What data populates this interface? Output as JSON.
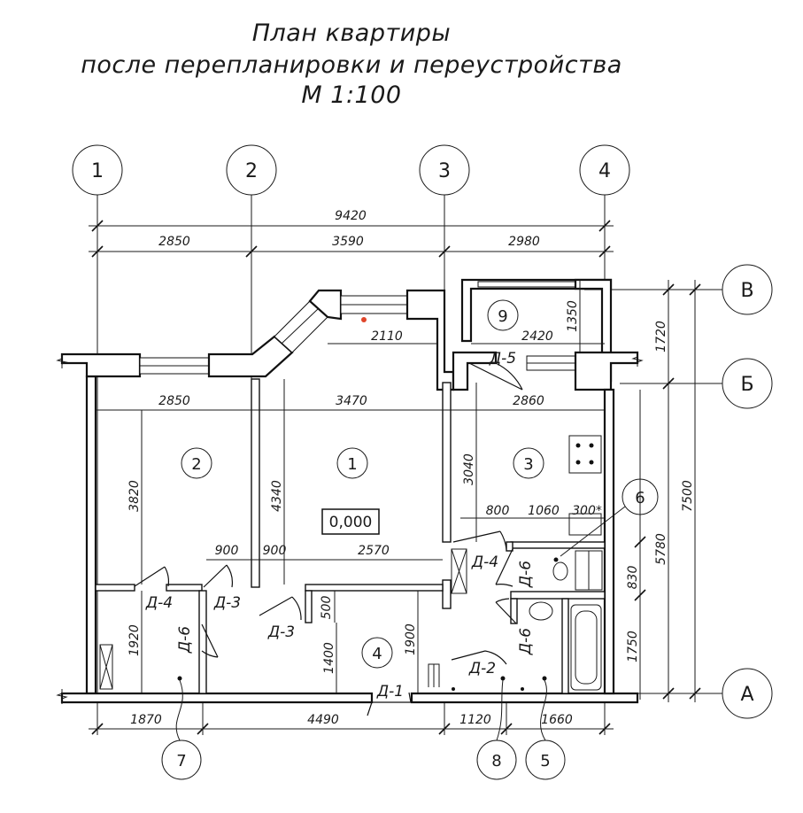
{
  "title": {
    "line1": "План квартиры",
    "line2": "после перепланировки и переустройства",
    "line3": "М 1:100"
  },
  "axes": {
    "vertical": [
      "1",
      "2",
      "3",
      "4"
    ],
    "horizontal": [
      "В",
      "Б",
      "А"
    ]
  },
  "dimensions": {
    "top_total": "9420",
    "top_segments": [
      "2850",
      "3590",
      "2980"
    ],
    "inner_top": [
      "2850",
      "3470",
      "2860"
    ],
    "window_living": "2110",
    "balcony": "2420",
    "bottom_segments": [
      "1870",
      "4490",
      "1120",
      "1660"
    ],
    "room2_height": "3820",
    "room1_height": "4340",
    "kitchen_height": "3040",
    "room7_height": "1920",
    "hall_height": "1400",
    "hall_height2": "1900",
    "hall_500": "500",
    "corridor": [
      "900",
      "900",
      "2570"
    ],
    "kitchen_row": [
      "800",
      "1060",
      "300*"
    ],
    "balcony_depth": "1350",
    "right_dims": [
      "1720",
      "7500",
      "5780",
      "830",
      "1750"
    ]
  },
  "doors": {
    "d1": "Д-1",
    "d2": "Д-2",
    "d3a": "Д-3",
    "d3b": "Д-3",
    "d4a": "Д-4",
    "d4b": "Д-4",
    "d5": "Д-5",
    "d6a": "Д-6",
    "d6b": "Д-6",
    "d6c": "Д-6"
  },
  "rooms": [
    "1",
    "2",
    "3",
    "4",
    "5",
    "6",
    "7",
    "8",
    "9"
  ],
  "level_mark": "0,000",
  "colors": {
    "ink": "#1a1a1a",
    "marker": "#e0452a"
  }
}
